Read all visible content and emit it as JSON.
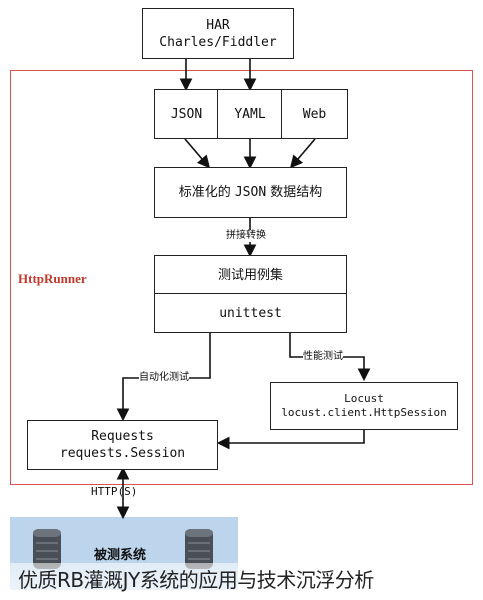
{
  "har": {
    "line1": "HAR",
    "line2": "Charles/Fiddler"
  },
  "formats": [
    "JSON",
    "YAML",
    "Web"
  ],
  "standard_json": {
    "prefix": "标准化的 ",
    "mono": "JSON",
    "suffix": " 数据结构"
  },
  "merge_label": "拼接转换",
  "frame_title": "HttpRunner",
  "testcase_set": "测试用例集",
  "unittest": "unittest",
  "auto_test_label": "自动化测试",
  "perf_test_label": "性能测试",
  "locust": {
    "line1": "Locust",
    "line2": "locust.client.HttpSession"
  },
  "requests": {
    "line1": "Requests",
    "line2": "requests.Session"
  },
  "http_label": "HTTP(S)",
  "system_under_test": "被测系统",
  "caption": "优质RB灌溉JY系统的应用与技术沉浮分析",
  "colors": {
    "frame": "#d9534f",
    "system_bg": "#bcd4ec",
    "server": "#4a4f57"
  }
}
